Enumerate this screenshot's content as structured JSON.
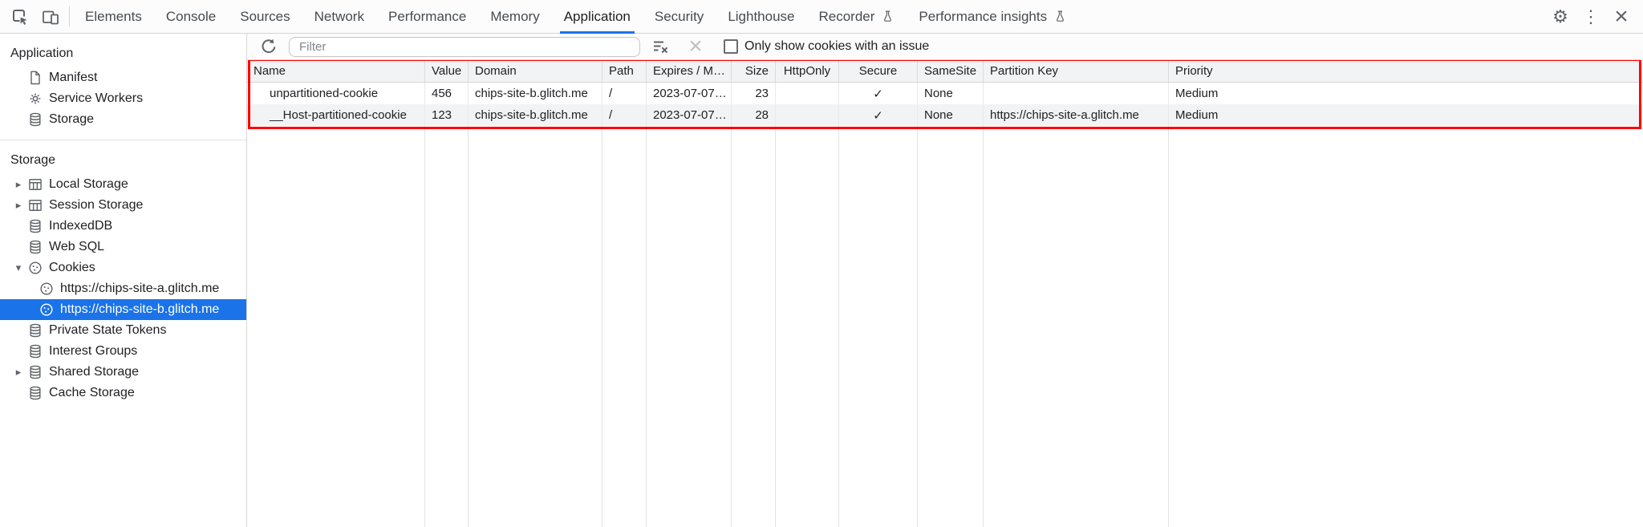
{
  "colors": {
    "accent": "#1a73e8",
    "highlight_border": "#ff0000",
    "table_header_bg": "#f1f3f4"
  },
  "glyphs": {
    "settings_gear": "⚙",
    "overflow_menu": "⋮",
    "close": "×",
    "triangle_collapsed": "▸",
    "triangle_expanded": "▾",
    "checkmark": "✓"
  },
  "tab_strip": {
    "tabs": [
      {
        "label": "Elements"
      },
      {
        "label": "Console"
      },
      {
        "label": "Sources"
      },
      {
        "label": "Network"
      },
      {
        "label": "Performance"
      },
      {
        "label": "Memory"
      },
      {
        "label": "Application",
        "active": true
      },
      {
        "label": "Security"
      },
      {
        "label": "Lighthouse"
      },
      {
        "label": "Recorder",
        "flask": true
      },
      {
        "label": "Performance insights",
        "flask": true
      }
    ]
  },
  "sidebar": {
    "sections": [
      {
        "title": "Application",
        "items": [
          {
            "label": "Manifest",
            "icon": "document"
          },
          {
            "label": "Service Workers",
            "icon": "gear"
          },
          {
            "label": "Storage",
            "icon": "database"
          }
        ]
      },
      {
        "title": "Storage",
        "items": [
          {
            "label": "Local Storage",
            "icon": "table",
            "arrow": "collapsed"
          },
          {
            "label": "Session Storage",
            "icon": "table",
            "arrow": "collapsed"
          },
          {
            "label": "IndexedDB",
            "icon": "database"
          },
          {
            "label": "Web SQL",
            "icon": "database"
          },
          {
            "label": "Cookies",
            "icon": "cookie",
            "arrow": "expanded"
          },
          {
            "label": "https://chips-site-a.glitch.me",
            "icon": "cookie",
            "indent": 1
          },
          {
            "label": "https://chips-site-b.glitch.me",
            "icon": "cookie",
            "indent": 1,
            "selected": true
          },
          {
            "label": "Private State Tokens",
            "icon": "database"
          },
          {
            "label": "Interest Groups",
            "icon": "database"
          },
          {
            "label": "Shared Storage",
            "icon": "database",
            "arrow": "collapsed"
          },
          {
            "label": "Cache Storage",
            "icon": "database"
          }
        ]
      }
    ]
  },
  "cookies_view": {
    "filter_placeholder": "Filter",
    "only_issue_label": "Only show cookies with an issue",
    "checkbox_checked": false,
    "table": {
      "columns": [
        {
          "label": "Name"
        },
        {
          "label": "Value"
        },
        {
          "label": "Domain"
        },
        {
          "label": "Path"
        },
        {
          "label": "Expires / M…"
        },
        {
          "label": "Size",
          "align": "right"
        },
        {
          "label": "HttpOnly",
          "align": "center"
        },
        {
          "label": "Secure",
          "align": "center"
        },
        {
          "label": "SameSite"
        },
        {
          "label": "Partition Key"
        },
        {
          "label": "Priority"
        }
      ],
      "rows": [
        [
          "unpartitioned-cookie",
          "456",
          "chips-site-b.glitch.me",
          "/",
          "2023-07-07…",
          "23",
          "",
          "✓",
          "None",
          "",
          "Medium"
        ],
        [
          "__Host-partitioned-cookie",
          "123",
          "chips-site-b.glitch.me",
          "/",
          "2023-07-07…",
          "28",
          "",
          "✓",
          "None",
          "https://chips-site-a.glitch.me",
          "Medium"
        ]
      ]
    }
  }
}
